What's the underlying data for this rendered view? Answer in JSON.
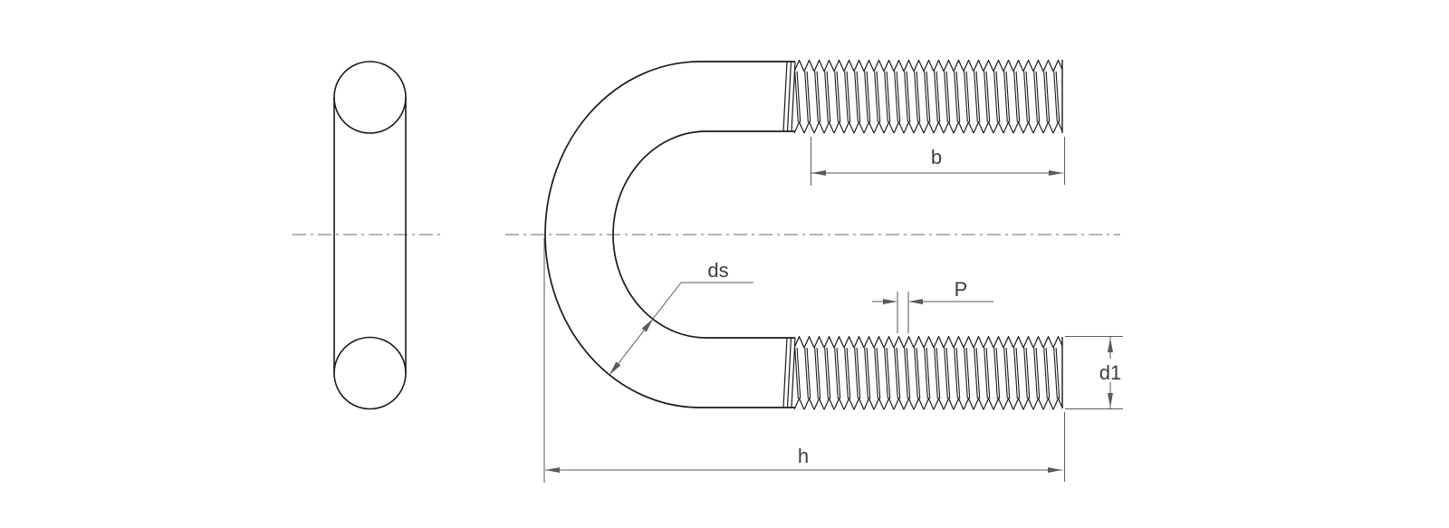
{
  "drawing": {
    "type": "technical-drawing",
    "subject": "U-bolt (round bend) with two threaded legs: end view (left) and front view (right) with dimension callouts",
    "labels": {
      "thread_length": "b",
      "rod_diameter": "ds",
      "thread_pitch": "P",
      "end_diameter": "d1",
      "overall_length": "h"
    },
    "colors": {
      "background": "#ffffff",
      "part_outline": "#1a1a1a",
      "thread_line": "#1a1a1a",
      "dimension_line": "#5a5a5a",
      "centerline": "#6a6a6a",
      "label_text": "#3d3d3d"
    }
  }
}
